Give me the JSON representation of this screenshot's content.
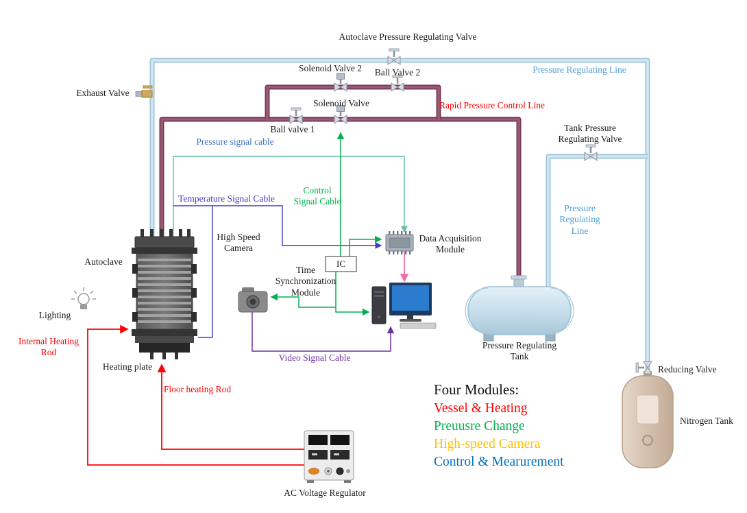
{
  "diagram": {
    "labels": {
      "autoclave_prv": "Autoclave Pressure Regulating Valve",
      "solenoid_valve_2": "Solenoid Valve 2",
      "ball_valve_2": "Ball Valve 2",
      "solenoid_valve": "Solenoid Valve",
      "ball_valve_1": "Ball valve 1",
      "exhaust_valve": "Exhaust Valve",
      "pressure_regulating_line_top": "Pressure Regulating Line",
      "rapid_pressure_control_line": "Rapid Pressure Control Line",
      "tank_prv": "Tank Pressure Regulating Valve",
      "pressure_signal_cable": "Pressure signal cable",
      "temperature_signal_cable": "Temperature Signal Cable",
      "control_signal_cable": "Control Signal Cable",
      "high_speed_camera": "High Speed Camera",
      "autoclave": "Autoclave",
      "lighting": "Lighting",
      "internal_heating_rod": "Internal Heating Rod",
      "heating_plate": "Heating plate",
      "floor_heating_rod": "Floor heating Rod",
      "time_sync_module": "Time Synchronization Module",
      "ic": "IC",
      "daq_module": "Data Acquisition Module",
      "video_signal_cable": "Video Signal Cable",
      "pressure_regulating_tank": "Pressure Regulating Tank",
      "pressure_regulating_line_right": "Pressure Regulating Line",
      "reducing_valve": "Reducing Valve",
      "nitrogen_tank": "Nitrogen Tank",
      "ac_voltage_regulator": "AC Voltage Regulator"
    },
    "legend": {
      "title": "Four Modules:",
      "items": [
        {
          "label": "Vessel & Heating",
          "color": "#ff0000"
        },
        {
          "label": "Preuusre Change",
          "color": "#00b050"
        },
        {
          "label": "High-speed Camera",
          "color": "#ffc000"
        },
        {
          "label": "Control & Mearurement",
          "color": "#0070c0"
        }
      ]
    },
    "colors": {
      "pressure_regulating_line": "#b9d7e8",
      "rapid_pressure_control_line": "#8e4d68",
      "heating_circuit": "#ff0000",
      "control_signal": "#00b050",
      "pressure_signal": "#5fbfa0",
      "temperature_signal": "#3c3ccc",
      "video_signal": "#7030a0",
      "daq_to_computer": "#ef6fa8"
    }
  }
}
